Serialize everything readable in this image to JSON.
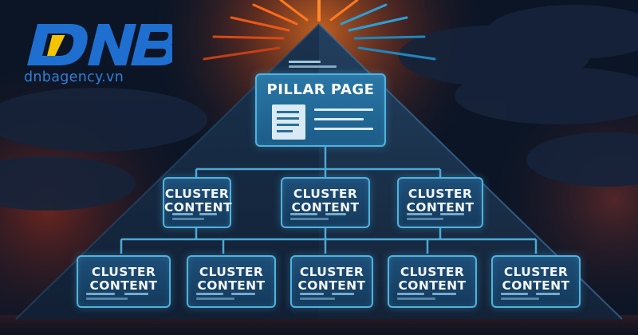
{
  "brand": {
    "logo_text": "DNB",
    "domain": "dnbagency.vn",
    "logo_blue": "#1f6fd1",
    "logo_yellow": "#f5c400"
  },
  "diagram": {
    "pillar": {
      "title": "PILLAR PAGE"
    },
    "cluster_label": {
      "line1": "CLUSTER",
      "line2": "CONTENT"
    },
    "clusters_row1_count": 3,
    "clusters_row2_count": 5
  },
  "colors": {
    "sky": "#0b1526",
    "pyramid": "#1a2c45",
    "glow": "#ff6a1a",
    "node_border": "#4fb3df",
    "connector": "#4fb0de"
  }
}
